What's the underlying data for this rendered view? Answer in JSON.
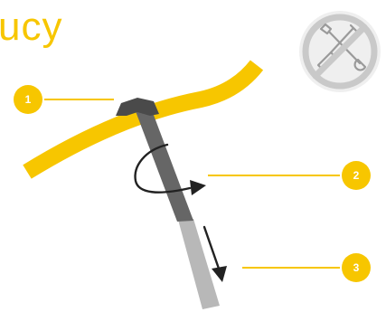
{
  "title": "ucy",
  "colors": {
    "accent": "#F7C600",
    "accent_text": "#FFFFFF",
    "badge_gray": "#C9C9C9",
    "badge_bg": "#EFEFEF",
    "bolt_head": "#4A4A4A",
    "bolt_shank_dark": "#666666",
    "bolt_shank_light": "#B8B8B8",
    "arrow": "#222222"
  },
  "icons": {
    "no_tools_badge": "no-tools-icon",
    "wrench": "wrench-icon",
    "screwdriver": "screwdriver-icon",
    "rotation_arrow": "rotation-arrow-icon",
    "down_arrow": "down-arrow-icon"
  },
  "callouts": [
    {
      "label": "1",
      "name": "callout-1"
    },
    {
      "label": "2",
      "name": "callout-2"
    },
    {
      "label": "3",
      "name": "callout-3"
    }
  ]
}
